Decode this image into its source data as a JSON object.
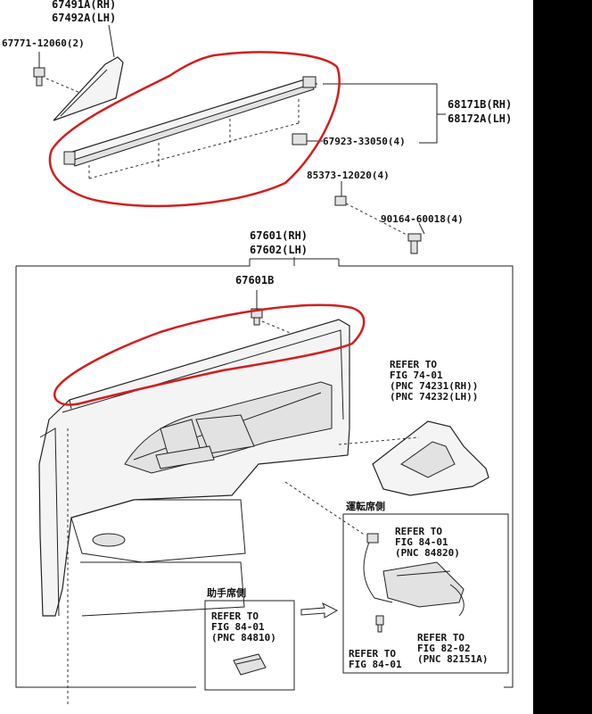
{
  "labels": {
    "p67491a": "67491A(RH)",
    "p67492a": "67492A(LH)",
    "p67771": "67771-12060(2)",
    "p68171b": "68171B(RH)",
    "p68172a": "68172A(LH)",
    "p67923": "67923-33050(4)",
    "p85373": "85373-12020(4)",
    "p90164": "90164-60018(4)",
    "p67601": "67601(RH)",
    "p67602": "67602(LH)",
    "p67601b": "67601B"
  },
  "refer_74": {
    "l1": "REFER TO",
    "l2": "FIG 74-01",
    "l3": "(PNC 74231(RH))",
    "l4": "(PNC 74232(LH))"
  },
  "driver_box": {
    "title": "運転席側",
    "ref_84820": {
      "l1": "REFER TO",
      "l2": "FIG 84-01",
      "l3": "(PNC 84820)"
    },
    "ref_82151": {
      "l1": "REFER TO",
      "l2": "FIG 82-02",
      "l3": "(PNC 82151A)"
    },
    "ref_8401": {
      "l1": "REFER TO",
      "l2": "FIG 84-01"
    }
  },
  "passenger_box": {
    "title": "助手席側",
    "ref_84810": {
      "l1": "REFER TO",
      "l2": "FIG 84-01",
      "l3": "(PNC 84810)"
    }
  },
  "colors": {
    "highlight": "#d21e1e",
    "line": "#222222",
    "background": "#ffffff"
  }
}
